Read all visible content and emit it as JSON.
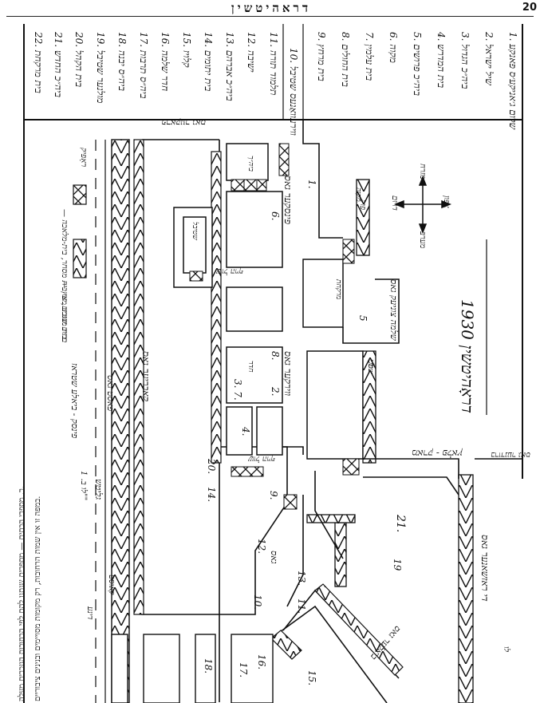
{
  "page": {
    "running_title": "דראהיטשין",
    "page_number": "20"
  },
  "map": {
    "title": "1930 דראָהיטשין",
    "scale_label": "לו ב. 1\"\"",
    "compass": {
      "north": "צפון",
      "south": "דרום",
      "east": "מזרח",
      "west": "מערב"
    },
    "legend": {
      "items": [
        {
          "symbol": "hatched-box",
          "text": "— בית מגורים, או בית מסחר, בית-מלאכה"
        },
        {
          "symbol": "x-pattern",
          "text": "— בתים שנבנו מעץ"
        }
      ]
    },
    "caption_lines": [
      "במפה זו אין שמות הרחובות, רק מקומות מסויימים ובנינים ציבוריים.",
      "ר. מספרי הבתים — מספרים שנתנו להם לפי הרחובות הנזכרים מעלה."
    ],
    "index": [
      {
        "num": "1.",
        "text": "שלום ג׳אניקע׳ס פאנקע"
      },
      {
        "num": "2.",
        "text": "שיל ישראל"
      },
      {
        "num": "3.",
        "text": "ביה״כ הגדול"
      },
      {
        "num": "4.",
        "text": "בית המדרש"
      },
      {
        "num": "5.",
        "text": "ביה״כ פרושים"
      },
      {
        "num": "6.",
        "text": "מקוה"
      },
      {
        "num": "7.",
        "text": "בית עלמין"
      },
      {
        "num": "8.",
        "text": "בית החולים"
      },
      {
        "num": "9.",
        "text": "בית מרחץ"
      },
      {
        "num": "10.",
        "text": "ווירעוואַנעס שטיבל"
      },
      {
        "num": "11.",
        "text": "תלמוד תורה"
      },
      {
        "num": "12.",
        "text": "ישיבה"
      },
      {
        "num": "13.",
        "text": "ביה״כ אברהם"
      },
      {
        "num": "14.",
        "text": "בית יתומים"
      },
      {
        "num": "15.",
        "text": "קלויז"
      },
      {
        "num": "16.",
        "text": "חדר שלמה"
      },
      {
        "num": "17.",
        "text": "ביה״ס תרבות"
      },
      {
        "num": "18.",
        "text": "ביה״ס יבנה"
      },
      {
        "num": "19.",
        "text": "מולנער שטיבל"
      },
      {
        "num": "20.",
        "text": "בית הקהל"
      },
      {
        "num": "21.",
        "text": "ביה״כ החדש"
      },
      {
        "num": "22.",
        "text": "בית מרקחת"
      }
    ],
    "streets": {
      "s1": "פינסקער גאס",
      "s2": "ווירקער גאס",
      "s3": "מארק - פלאץ",
      "s4": "קאבריער גאס",
      "s5": "די ראזשאנער גאס",
      "s6": "שול הויף",
      "s7": "שלמה צוניעק גאס",
      "s8": "ביאלער גאס",
      "s9": "גאס",
      "s10": "ברודנער גאס",
      "s11": "פאסט גאס",
      "s12": "גליטש",
      "s13": "פוק",
      "s14": "סט",
      "s15": "פראקער גאס",
      "s16": "שול הויף",
      "s17": "ראָפיק",
      "s18": "פינסק - ביאלע שטראז",
      "s19": "קאוסט",
      "s20": "דינע",
      "s21": "לו"
    },
    "building_labels": {
      "b1": "ביה״ך",
      "b2": "שטיבל",
      "b3": "חדר",
      "b4": "שול",
      "b5": "מרקחת",
      "b6": "מקוה"
    },
    "numbers": {
      "n1": "1.",
      "n2": "6.",
      "n3": "5",
      "n4": "8.",
      "n5": "2.",
      "n6": "3. 7.",
      "n7": "4.",
      "n8": "20.",
      "n9": "14.",
      "n10": "9.",
      "n11": "12.",
      "n12": "10.",
      "n13": "11.",
      "n14": "13.",
      "n15": "21.",
      "n16": "19",
      "n17": "16.",
      "n18": "17.",
      "n19": "18.",
      "n20": "15."
    }
  }
}
